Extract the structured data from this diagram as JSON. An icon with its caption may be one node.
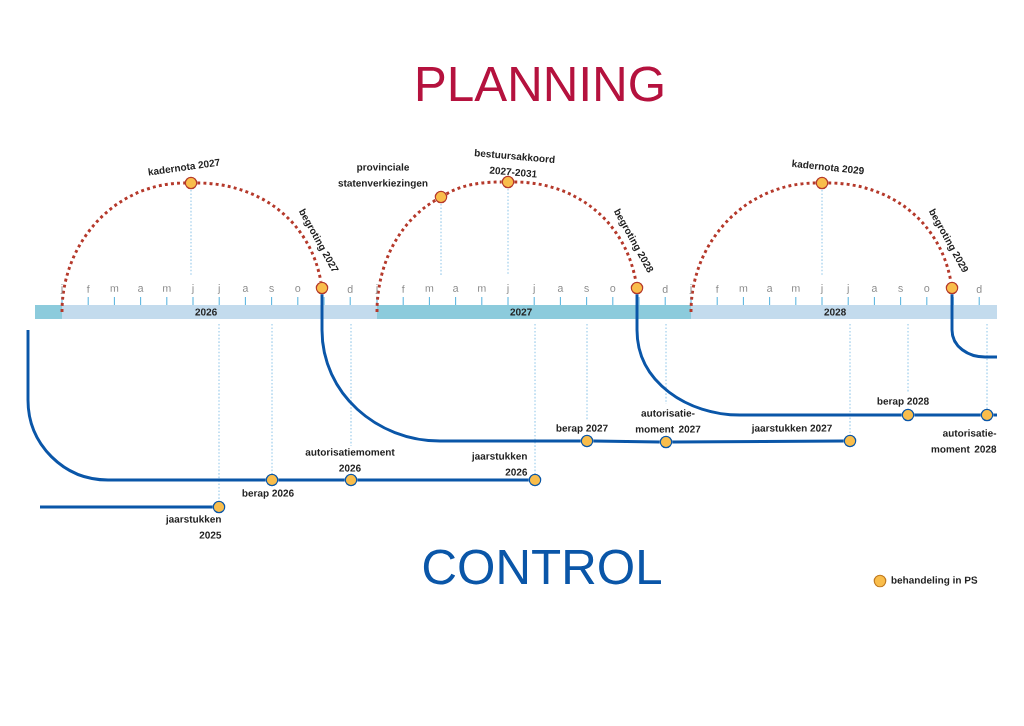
{
  "diagram": {
    "title": "PLANNING",
    "nodes": [
      {
        "text": [],
        "shape": "circle",
        "beside": [
          "kadernota 2027"
        ]
      },
      {
        "text": [],
        "shape": "circle",
        "beside": [
          "begroting 2027"
        ]
      },
      {
        "text": [],
        "shape": "circle",
        "beside": [
          "provinciale statenverkiezingen"
        ]
      },
      {
        "text": [],
        "shape": "circle",
        "beside": [
          "bestuursakkoord 2027-2031"
        ]
      },
      {
        "text": [],
        "shape": "circle",
        "beside": [
          "begroting 2028"
        ]
      },
      {
        "text": [],
        "shape": "circle",
        "beside": [
          "kadernota 2029"
        ]
      },
      {
        "text": [],
        "shape": "circle",
        "beside": [
          "begroting 2029"
        ]
      },
      {
        "text": [],
        "shape": "circle",
        "beside": [
          "jaarstukken 2025"
        ]
      },
      {
        "text": [],
        "shape": "circle",
        "beside": [
          "berap 2026"
        ]
      },
      {
        "text": [],
        "shape": "circle",
        "beside": [
          "autorisatiemoment 2026"
        ]
      },
      {
        "text": [],
        "shape": "circle",
        "beside": [
          "jaarstukken 2026"
        ]
      },
      {
        "text": [],
        "shape": "circle",
        "beside": [
          "berap 2027"
        ]
      },
      {
        "text": [],
        "shape": "circle",
        "beside": [
          "autorisatie-moment 2027"
        ]
      },
      {
        "text": [],
        "shape": "circle",
        "beside": [
          "jaarstukken 2027"
        ]
      },
      {
        "text": [],
        "shape": "circle",
        "beside": [
          "berap 2028"
        ]
      },
      {
        "text": [],
        "shape": "circle",
        "beside": [
          "autorisatie-moment 2028"
        ]
      }
    ],
    "edges": [
      {
        "from": 0,
        "to": 1,
        "arrow": "none",
        "style": "dashed",
        "color": "#b5392b"
      },
      {
        "from": 2,
        "to": 3,
        "arrow": "none",
        "style": "dashed",
        "color": "#b5392b"
      },
      {
        "from": 3,
        "to": 4,
        "arrow": "none",
        "style": "dashed",
        "color": "#b5392b"
      },
      {
        "from": 5,
        "to": 6,
        "arrow": "none",
        "style": "dashed",
        "color": "#b5392b"
      },
      {
        "from": null,
        "to": 7,
        "arrow": "none"
      },
      {
        "from": null,
        "to": 8,
        "arrow": "none"
      },
      {
        "from": 8,
        "to": 9,
        "arrow": "none"
      },
      {
        "from": 9,
        "to": 10,
        "arrow": "none"
      },
      {
        "from": 1,
        "to": 11,
        "arrow": "none"
      },
      {
        "from": 11,
        "to": 12,
        "arrow": "none"
      },
      {
        "from": 12,
        "to": 13,
        "arrow": "none"
      },
      {
        "from": 4,
        "to": 14,
        "arrow": "none"
      },
      {
        "from": 14,
        "to": 15,
        "arrow": "none"
      },
      {
        "from": 15,
        "to": null,
        "arrow": "none"
      },
      {
        "from": 6,
        "to": null,
        "arrow": "none"
      }
    ],
    "labels": [
      "j",
      "f",
      "m",
      "a",
      "m",
      "j",
      "j",
      "a",
      "s",
      "o",
      "d",
      "j",
      "f",
      "m",
      "a",
      "m",
      "j",
      "j",
      "a",
      "s",
      "o",
      "d",
      "j",
      "f",
      "m",
      "a",
      "m",
      "j",
      "j",
      "a",
      "s",
      "o",
      "d",
      "2026",
      "2027",
      "2028",
      "CONTROL"
    ],
    "legend": [
      {
        "text": "behandeling in PS",
        "color": "#f9bd4b"
      }
    ]
  }
}
